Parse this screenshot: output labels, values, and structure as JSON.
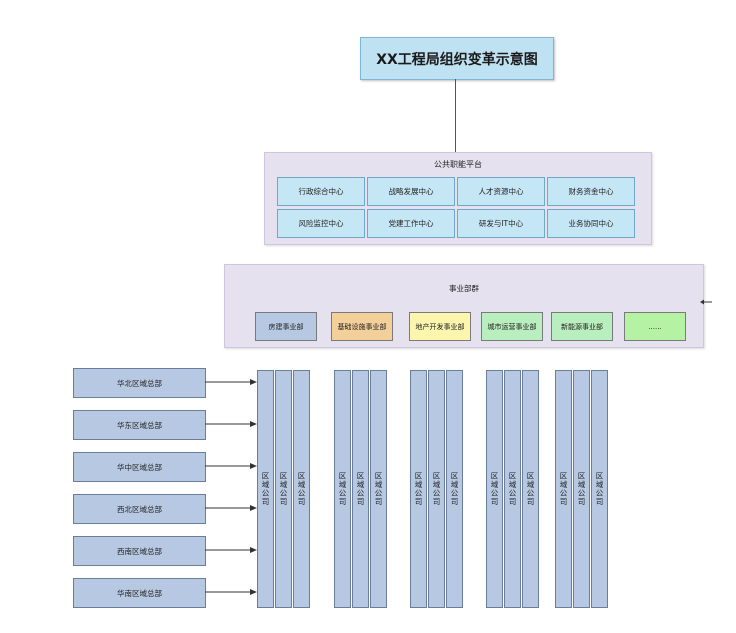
{
  "title": "XX工程局组织变革示意图",
  "public_platform": {
    "title": "公共职能平台",
    "items": [
      "行政综合中心",
      "战略发展中心",
      "人才资源中心",
      "财务资金中心",
      "风险监控中心",
      "党建工作中心",
      "研发与IT中心",
      "业务协同中心"
    ]
  },
  "business_group": {
    "title": "事业部群",
    "divisions": [
      {
        "label": "房建事业部",
        "color": "#b7c8e2"
      },
      {
        "label": "基础设施事业部",
        "color": "#f3cf9a"
      },
      {
        "label": "地产开发事业部",
        "color": "#fbf5ad"
      },
      {
        "label": "城市运营事业部",
        "color": "#b9eebe"
      },
      {
        "label": "新能源事业部",
        "color": "#b9eebe"
      },
      {
        "label": "......",
        "color": "#b6f2a4"
      }
    ]
  },
  "regions": [
    "华北区域总部",
    "华东区域总部",
    "华中区域总部",
    "西北区域总部",
    "西南区域总部",
    "华南区域总部"
  ],
  "region_company_label": "区域公司"
}
